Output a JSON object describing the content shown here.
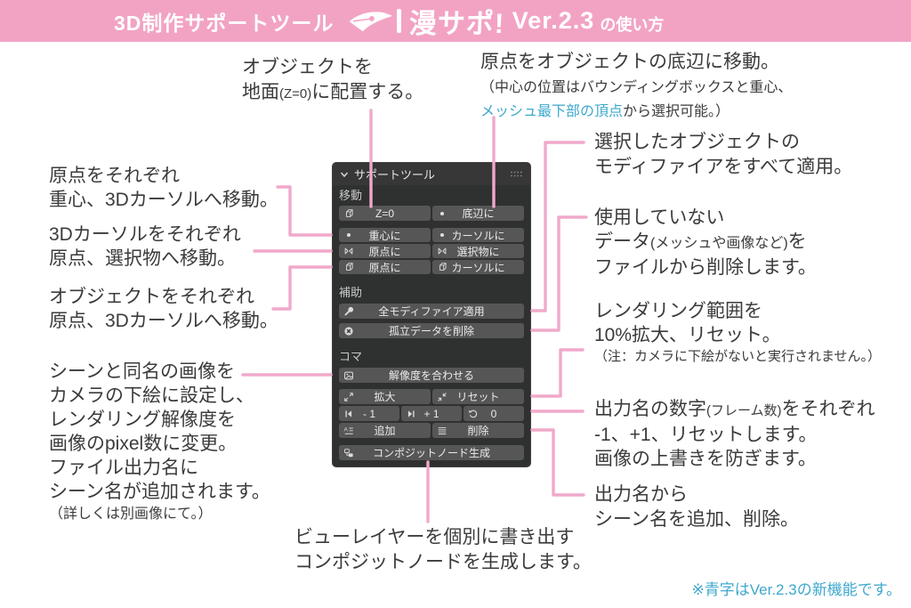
{
  "header": {
    "prefix": "3D制作サポートツール",
    "logo": "漫サポ!",
    "version": "Ver.2.3",
    "suffix": "の使い方"
  },
  "panel": {
    "title": "サポートツール",
    "move_label": "移動",
    "assist_label": "補助",
    "frame_label": "コマ",
    "btn_z0": "Z=0",
    "btn_bottom": "底辺に",
    "btn_center_of_mass": "重心に",
    "btn_to_cursor_a": "カーソルに",
    "btn_to_origin_a": "原点に",
    "btn_to_selected": "選択物に",
    "btn_to_origin_b": "原点に",
    "btn_to_cursor_b": "カーソルに",
    "btn_apply_modifiers": "全モディファイア適用",
    "btn_delete_orphans": "孤立データを削除",
    "btn_match_resolution": "解像度を合わせる",
    "btn_expand": "拡大",
    "btn_reset": "リセット",
    "btn_minus": "- 1",
    "btn_plus": "+ 1",
    "btn_zero": "0",
    "btn_add": "追加",
    "btn_delete": "削除",
    "btn_composite": "コンポジットノード生成"
  },
  "annotations": {
    "top_left": {
      "line1": "オブジェクトを",
      "line2_pre": "地面",
      "line2_small": "(Z=0)",
      "line2_post": "に配置する。"
    },
    "top_right": {
      "line1": "原点をオブジェクトの底辺に移動。",
      "line2": "（中心の位置はバウンディングボックスと重心、",
      "line3_blue": "メッシュ最下部の頂点",
      "line3_rest": "から選択可能。）"
    },
    "left1": {
      "text": "原点をそれぞれ\n重心、3Dカーソルへ移動。"
    },
    "left2": {
      "text": "3Dカーソルをそれぞれ\n原点、選択物へ移動。"
    },
    "left3": {
      "text": "オブジェクトをそれぞれ\n原点、3Dカーソルへ移動。"
    },
    "left4": {
      "text": "シーンと同名の画像を\nカメラの下絵に設定し、\nレンダリング解像度を\n画像のpixel数に変更。\nファイル出力名に\nシーン名が追加されます。",
      "note": "（詳しくは別画像にて。）"
    },
    "right1": {
      "text": "選択したオブジェクトの\nモディファイアをすべて適用。"
    },
    "right2": {
      "line1": "使用していない",
      "line2_pre": "データ",
      "line2_small": "(メッシュや画像など)",
      "line2_post": "を",
      "line3": "ファイルから削除します。"
    },
    "right3": {
      "text": "レンダリング範囲を\n10%拡大、リセット。",
      "note": "（注：カメラに下絵がないと実行されません。）"
    },
    "right4": {
      "line1_pre": "出力名の数字",
      "line1_small": "(フレーム数)",
      "line1_post": "をそれぞれ",
      "line2": "-1、+1、リセットします。",
      "line3": "画像の上書きを防ぎます。"
    },
    "right5": {
      "text": "出力名から\nシーン名を追加、削除。"
    },
    "bottom": {
      "text": "ビューレイヤーを個別に書き出す\nコンポジットノードを生成します。"
    }
  },
  "footer_note": "※青字はVer.2.3の新機能です。",
  "colors": {
    "header_pink": "#f2a3c4",
    "connector_pink": "#f0a9ca",
    "new_feature_blue": "#3ea8cd",
    "panel_bg": "#2f3030",
    "button_bg": "#565656",
    "annotation_text": "#3b3b3b"
  },
  "icons": [
    "pen-icon",
    "chevron-down-icon",
    "grip-dots-icon",
    "cube-icon",
    "dot-icon",
    "pivot-cursor-icon",
    "wrench-icon",
    "close-circle-icon",
    "image-icon",
    "expand-icon",
    "collapse-icon",
    "prev-frame-icon",
    "next-frame-icon",
    "undo-icon",
    "add-name-icon",
    "lines-icon",
    "node-icon"
  ]
}
